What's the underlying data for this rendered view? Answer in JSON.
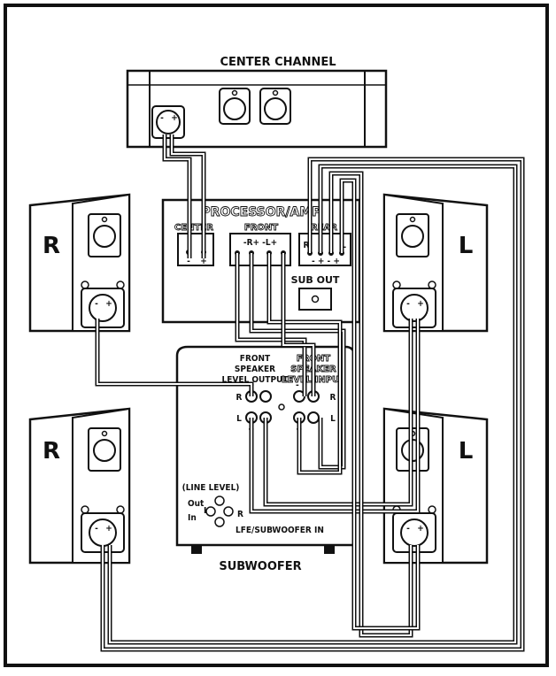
{
  "center_channel": {
    "title": "CENTER CHANNEL",
    "terminal_minus": "-",
    "terminal_plus": "+"
  },
  "processor": {
    "title": "PROCESSOR/AMP",
    "center_label": "CENTER",
    "center_minus": "-",
    "center_plus": "+",
    "front_label": "FRONT",
    "front_terms": "-R+  -L+",
    "rear_label": "REAR",
    "rear_r": "R",
    "rear_l": "L",
    "rear_signs": "- +  - +",
    "sub_out": "SUB OUT"
  },
  "speakers": {
    "front_right": "R",
    "front_left": "L",
    "rear_right": "R",
    "rear_left": "L",
    "terminal_minus": "-",
    "terminal_plus": "+"
  },
  "subwoofer": {
    "title": "SUBWOOFER",
    "output_label_1": "FRONT",
    "output_label_2": "SPEAKER",
    "output_label_3": "LEVEL OUTPUT",
    "input_label_1": "FRONT",
    "input_label_2": "SPEAKER",
    "input_label_3": "LEVEL INPUT",
    "row_r": "R",
    "row_l": "L",
    "plus": "+",
    "minus": "-",
    "line_level": "(LINE LEVEL)",
    "out": "Out",
    "in": "In",
    "l": "L",
    "r": "R",
    "lfe": "LFE/SUBWOOFER IN"
  }
}
